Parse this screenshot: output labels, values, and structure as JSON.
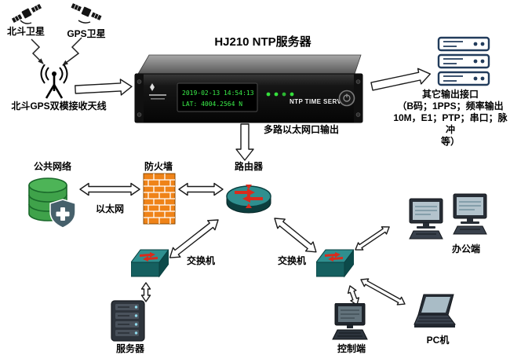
{
  "diagram": {
    "title": "HJ210 NTP服务器",
    "device": {
      "lcd_line1": "2019-02-13 14:54:13",
      "lcd_line2": "LAT: 4004.2564 N",
      "panel_label": "NTP TIME SERVER"
    },
    "labels": {
      "beidou_satellite": "北斗卫星",
      "gps_satellite": "GPS卫星",
      "antenna": "北斗GPS双模接收天线",
      "multi_ethernet": "多路以太网口输出",
      "other_output": "其它输出接口\n（B码；1PPS；频率输出\n10M，E1；PTP；串口；脉冲\n等）",
      "public_network": "公共网络",
      "ethernet": "以太网",
      "firewall": "防火墙",
      "router": "路由器",
      "switch": "交换机",
      "server": "服务器",
      "control_terminal": "控制端",
      "office_terminal": "办公端",
      "pc": "PC机"
    },
    "colors": {
      "firewall_orange": "#ef8318",
      "database_green": "#3fa24a",
      "router_teal": "#2f8f8f",
      "arrow_red": "#d92b1c",
      "lcd_green": "#3bf04a"
    }
  }
}
